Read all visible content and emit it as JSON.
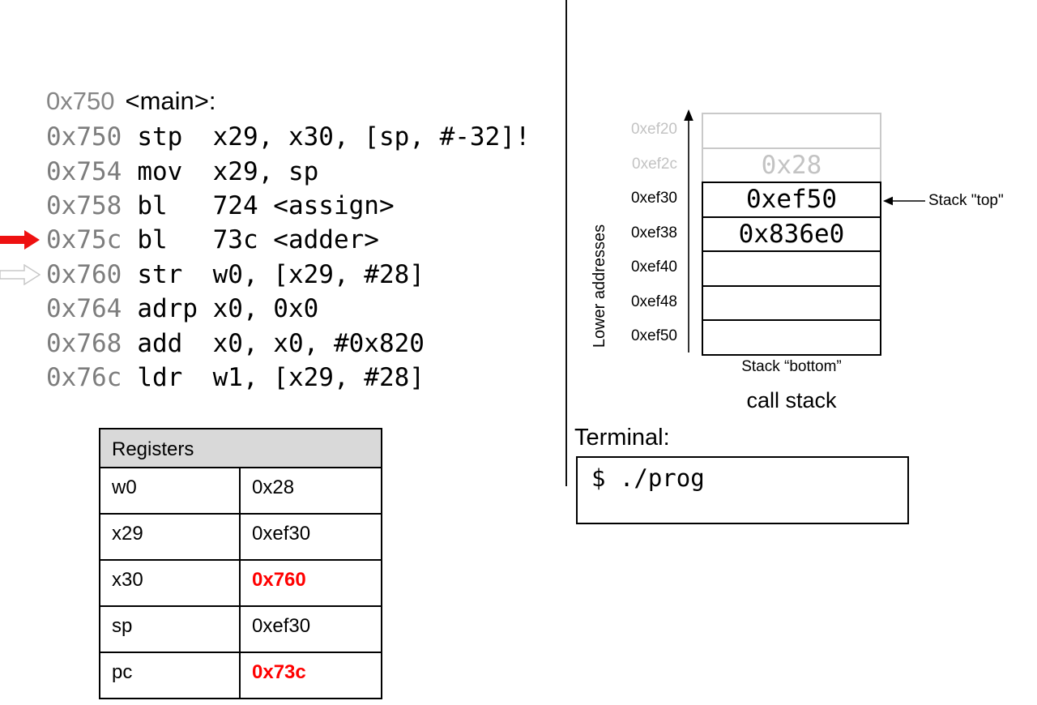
{
  "colors": {
    "accent_red": "#ff0000",
    "address_gray": "#7d7d7d",
    "faded_gray": "#c3c3c3",
    "table_header_bg": "#d9d9d9"
  },
  "assembly": {
    "header": {
      "address": "0x750",
      "label": "<main>:"
    },
    "lines": [
      {
        "address": "0x750",
        "code": "stp  x29, x30, [sp, #-32]!",
        "marker": ""
      },
      {
        "address": "0x754",
        "code": "mov  x29, sp",
        "marker": ""
      },
      {
        "address": "0x758",
        "code": "bl   724 <assign>",
        "marker": ""
      },
      {
        "address": "0x75c",
        "code": "bl   73c <adder>",
        "marker": "current-instruction-red-arrow"
      },
      {
        "address": "0x760",
        "code": "str  w0, [x29, #28]",
        "marker": "return-address-white-arrow"
      },
      {
        "address": "0x764",
        "code": "adrp x0, 0x0",
        "marker": ""
      },
      {
        "address": "0x768",
        "code": "add  x0, x0, #0x820",
        "marker": ""
      },
      {
        "address": "0x76c",
        "code": "ldr  w1, [x29, #28]",
        "marker": ""
      }
    ]
  },
  "call_stack": {
    "title": "call stack",
    "axis_label": "Lower addresses",
    "top_label": "Stack \"top\"",
    "bottom_label": "Stack “bottom”",
    "rows": [
      {
        "address": "0xef20",
        "value": "",
        "state": "faded"
      },
      {
        "address": "0xef2c",
        "value": "0x28",
        "state": "faded"
      },
      {
        "address": "0xef30",
        "value": "0xef50",
        "state": "active",
        "pointer": "stack-top"
      },
      {
        "address": "0xef38",
        "value": "0x836e0",
        "state": "active"
      },
      {
        "address": "0xef40",
        "value": "",
        "state": "active"
      },
      {
        "address": "0xef48",
        "value": "",
        "state": "active"
      },
      {
        "address": "0xef50",
        "value": "",
        "state": "active"
      }
    ]
  },
  "registers": {
    "title": "Registers",
    "rows": [
      {
        "name": "w0",
        "value": "0x28",
        "highlight": false
      },
      {
        "name": "x29",
        "value": "0xef30",
        "highlight": false
      },
      {
        "name": "x30",
        "value": "0x760",
        "highlight": true
      },
      {
        "name": "sp",
        "value": "0xef30",
        "highlight": false
      },
      {
        "name": "pc",
        "value": "0x73c",
        "highlight": true
      }
    ]
  },
  "terminal": {
    "label": "Terminal:",
    "prompt_line": "$ ./prog"
  }
}
